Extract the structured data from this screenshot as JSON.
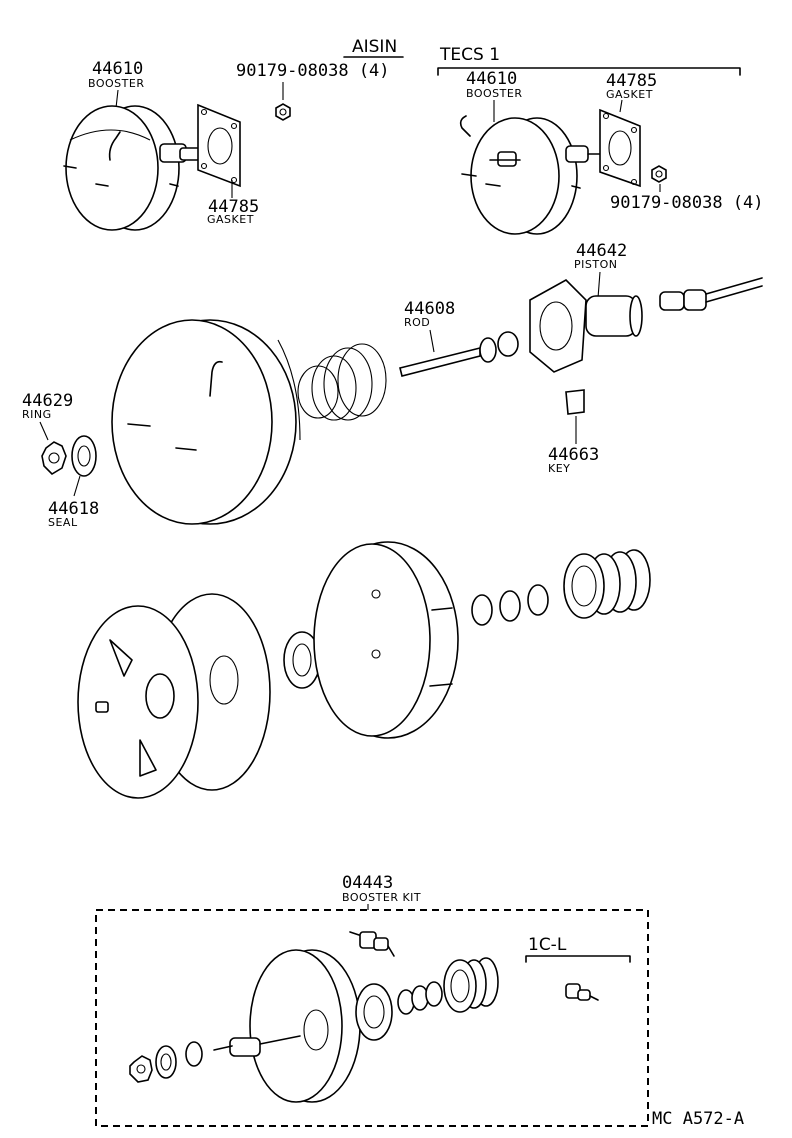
{
  "headers": {
    "aisin": "AISIN",
    "tecs": "TECS 1",
    "variant_1cl": "1C-L",
    "figure_code": "MC A572-A"
  },
  "parts": {
    "booster_aisin": {
      "number": "44610",
      "name": "BOOSTER"
    },
    "gasket_aisin": {
      "number": "44785",
      "name": "GASKET"
    },
    "nut_aisin": {
      "number": "90179-08038 (4)"
    },
    "booster_tecs": {
      "number": "44610",
      "name": "BOOSTER"
    },
    "gasket_tecs": {
      "number": "44785",
      "name": "GASKET"
    },
    "nut_tecs": {
      "number": "90179-08038 (4)"
    },
    "piston": {
      "number": "44642",
      "name": "PISTON"
    },
    "rod": {
      "number": "44608",
      "name": "ROD"
    },
    "ring": {
      "number": "44629",
      "name": "RING"
    },
    "seal": {
      "number": "44618",
      "name": "SEAL"
    },
    "key": {
      "number": "44663",
      "name": "KEY"
    },
    "booster_kit": {
      "number": "04443",
      "name": "BOOSTER KIT"
    }
  }
}
